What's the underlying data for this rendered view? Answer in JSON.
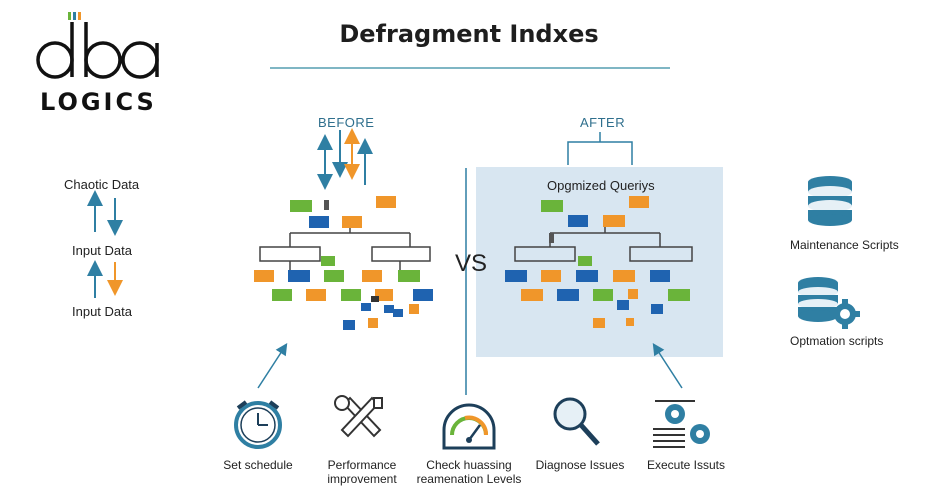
{
  "title": "Defragment Indxes",
  "logo": {
    "word": "dba",
    "sub": "LOGICS"
  },
  "left_flow": {
    "items": [
      "Chaotic Data",
      "Input Data",
      "Input Data"
    ]
  },
  "before_label": "BEFORE",
  "after_label": "AFTER",
  "vs_label": "VS",
  "after_panel_label": "Opgmized Queriys",
  "right_side": {
    "items": [
      "Maintenance Scripts",
      "Optmation scripts"
    ]
  },
  "tools": [
    {
      "icon": "clock-icon",
      "label_lines": [
        "Set schedule"
      ]
    },
    {
      "icon": "wrench-icon",
      "label_lines": [
        "Performance",
        "improvement"
      ]
    },
    {
      "icon": "gauge-icon",
      "label_lines": [
        "Check huassing",
        "reamenation Levels"
      ]
    },
    {
      "icon": "magnifier-icon",
      "label_lines": [
        "Diagnose Issues"
      ]
    },
    {
      "icon": "gears-list-icon",
      "label_lines": [
        "Execute Issuts"
      ]
    }
  ],
  "colors": {
    "accent": "#2f7fa3",
    "green": "#6ab43a",
    "orange": "#f0962a",
    "blue": "#1f63b0",
    "panel": "#d8e6f1"
  }
}
